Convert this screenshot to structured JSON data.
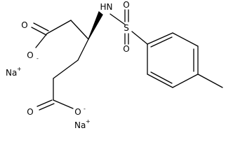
{
  "molecule": {
    "atoms": {
      "O": "O",
      "N": "N",
      "H": "H",
      "S": "S",
      "Na": "Na"
    },
    "charges": {
      "minus": "-",
      "plus": "+"
    },
    "colors": {
      "bond": "#000000",
      "text": "#000000",
      "background": "#ffffff"
    }
  }
}
